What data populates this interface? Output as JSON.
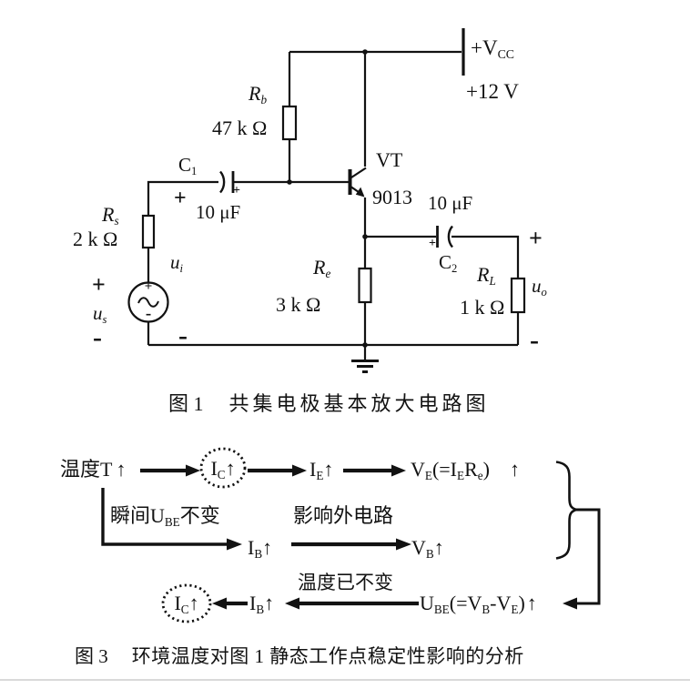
{
  "figure1": {
    "caption_label": "图 1",
    "caption_text": "共集电极基本放大电路图",
    "power_label_base": "+V",
    "power_label_sub": "CC",
    "power_value": "+12 V",
    "rb_name": "R",
    "rb_sub": "b",
    "rb_value": "47 k Ω",
    "rs_name": "R",
    "rs_sub": "s",
    "rs_value": "2 k Ω",
    "re_name": "R",
    "re_sub": "e",
    "re_value": "3 k Ω",
    "rl_name": "R",
    "rl_sub": "L",
    "rl_value": "1 k Ω",
    "c1_name": "C",
    "c1_sub": "1",
    "c1_value": "10 μF",
    "c2_name": "C",
    "c2_sub": "2",
    "c2_value": "10 μF",
    "vt_label": "VT",
    "vt_model": "9013",
    "ui_name": "u",
    "ui_sub": "i",
    "us_name": "u",
    "us_sub": "s",
    "uo_name": "u",
    "uo_sub": "o",
    "plus": "+",
    "minus": "-",
    "tilde_note": "ac-sine-symbol-drawn-in-svg"
  },
  "figure3": {
    "caption_label": "图 3",
    "caption_text": "环境温度对图 1 静态工作点稳定性影响的分析",
    "up": "↑",
    "row1": {
      "temp": "温度T",
      "ic_base": "I",
      "ic_sub": "C",
      "ie_base": "I",
      "ie_sub": "E",
      "ve_p0": "V",
      "ve_p1": "E",
      "ve_p2": "(=I",
      "ve_p3": "E",
      "ve_p4": "R",
      "ve_p5": "e",
      "ve_p6": ")"
    },
    "row2": {
      "note1_pre": "瞬间U",
      "note1_sub": "BE",
      "note1_post": "不变",
      "ib_base": "I",
      "ib_sub": "B",
      "note2": "影响外电路",
      "vb_base": "V",
      "vb_sub": "B"
    },
    "row3": {
      "ic_base": "I",
      "ic_sub": "C",
      "ib_base": "I",
      "ib_sub": "B",
      "note": "温度已不变",
      "ube_p0": "U",
      "ube_p1": "BE",
      "ube_p2": "(=V",
      "ube_p3": "B",
      "ube_p4": "-V",
      "ube_p5": "E",
      "ube_p6": ")"
    }
  }
}
